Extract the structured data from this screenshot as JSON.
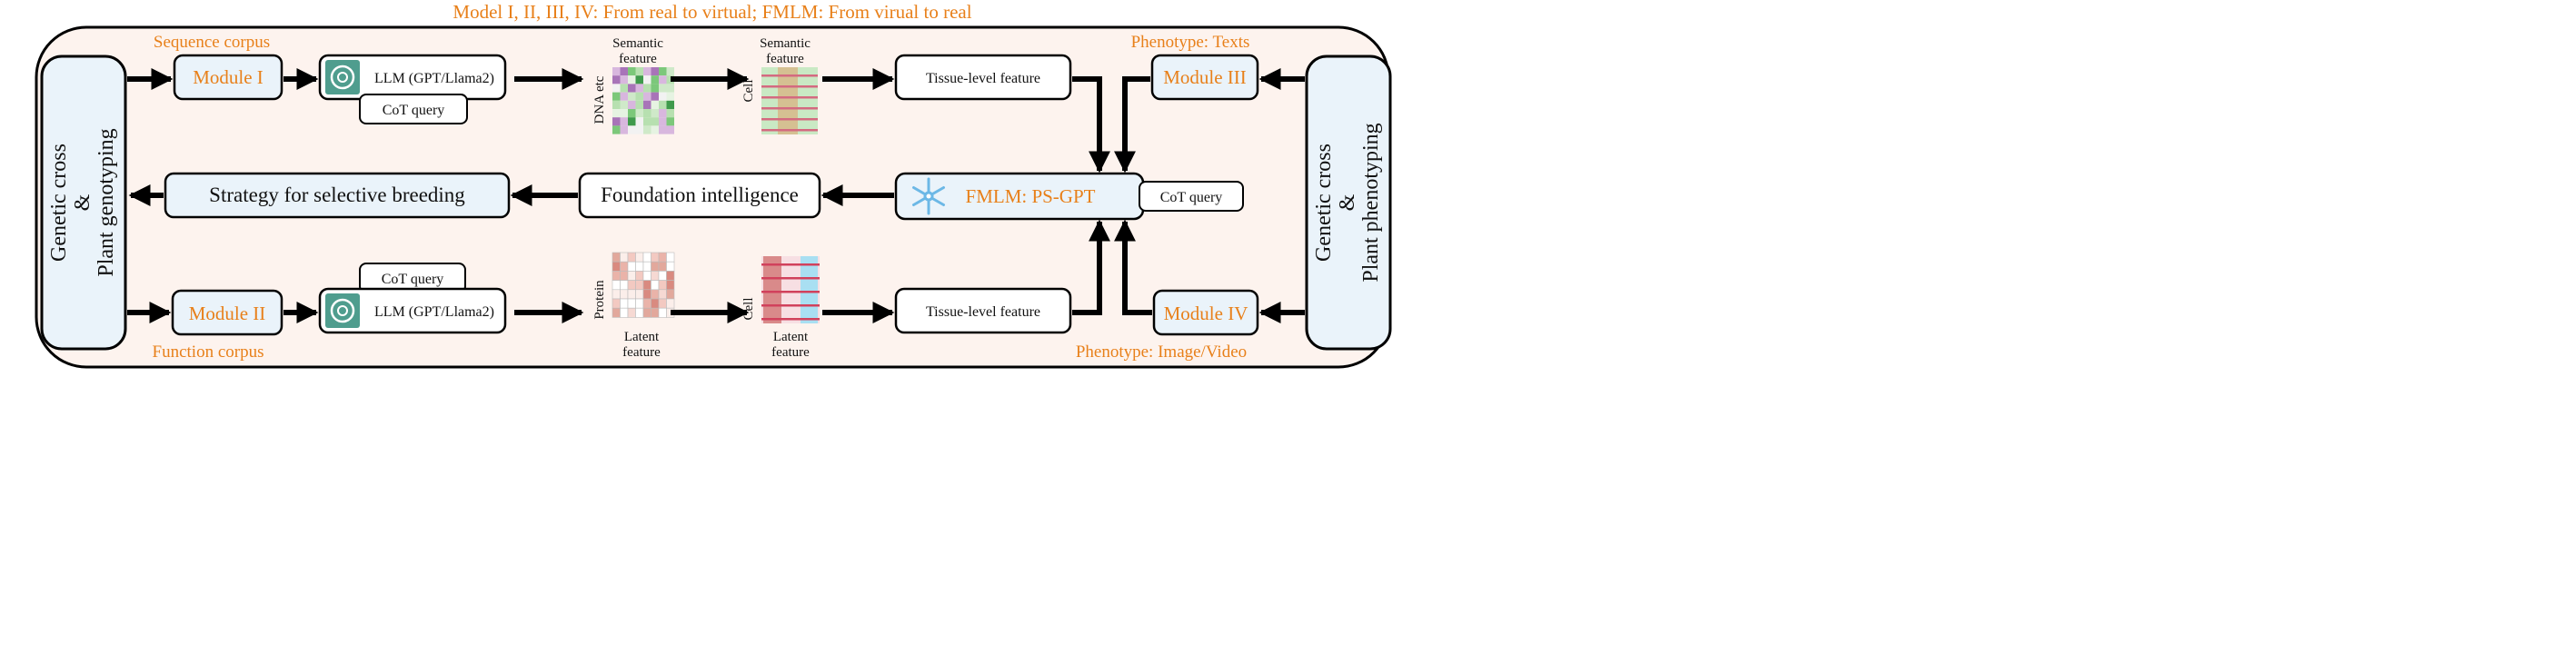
{
  "title": "Model I, II, III, IV: From real to virtual; FMLM: From virual to real",
  "left_panel": {
    "line1": "Genetic cross",
    "line2": "&",
    "line3": "Plant genotyping"
  },
  "right_panel": {
    "line1": "Genetic cross",
    "line2": "&",
    "line3": "Plant phenotyping"
  },
  "top_row": {
    "corpus_label": "Sequence corpus",
    "module": "Module I",
    "llm": "LLM (GPT/Llama2)",
    "cot": "CoT query",
    "semantic_feature_1": [
      "Semantic",
      "feature"
    ],
    "semantic_feature_1_side": "DNA etc",
    "semantic_feature_2": [
      "Semantic",
      "feature"
    ],
    "semantic_feature_2_side": "Cell",
    "tissue": "Tissue-level feature",
    "phenotype_label": "Phenotype: Texts",
    "module_right": "Module III"
  },
  "middle_row": {
    "strategy": "Strategy for selective breeding",
    "foundation": "Foundation intelligence",
    "fmlm": "FMLM: PS-GPT",
    "cot": "CoT query"
  },
  "bottom_row": {
    "corpus_label": "Function corpus",
    "module": "Module II",
    "llm": "LLM (GPT/Llama2)",
    "cot": "CoT query",
    "latent_feature_1": [
      "Latent",
      "feature"
    ],
    "latent_feature_1_side": "Protein",
    "latent_feature_2": [
      "Latent",
      "feature"
    ],
    "latent_feature_2_side": "Cell",
    "tissue": "Tissue-level feature",
    "phenotype_label": "Phenotype: Image/Video",
    "module_right": "Module IV"
  },
  "colors": {
    "accent_orange": "#e8801a",
    "panel_fill": "#fdf3ee",
    "module_fill": "#eaf3fa",
    "llm_icon": "#4f9d8e",
    "snowflake": "#6cb8e6"
  }
}
